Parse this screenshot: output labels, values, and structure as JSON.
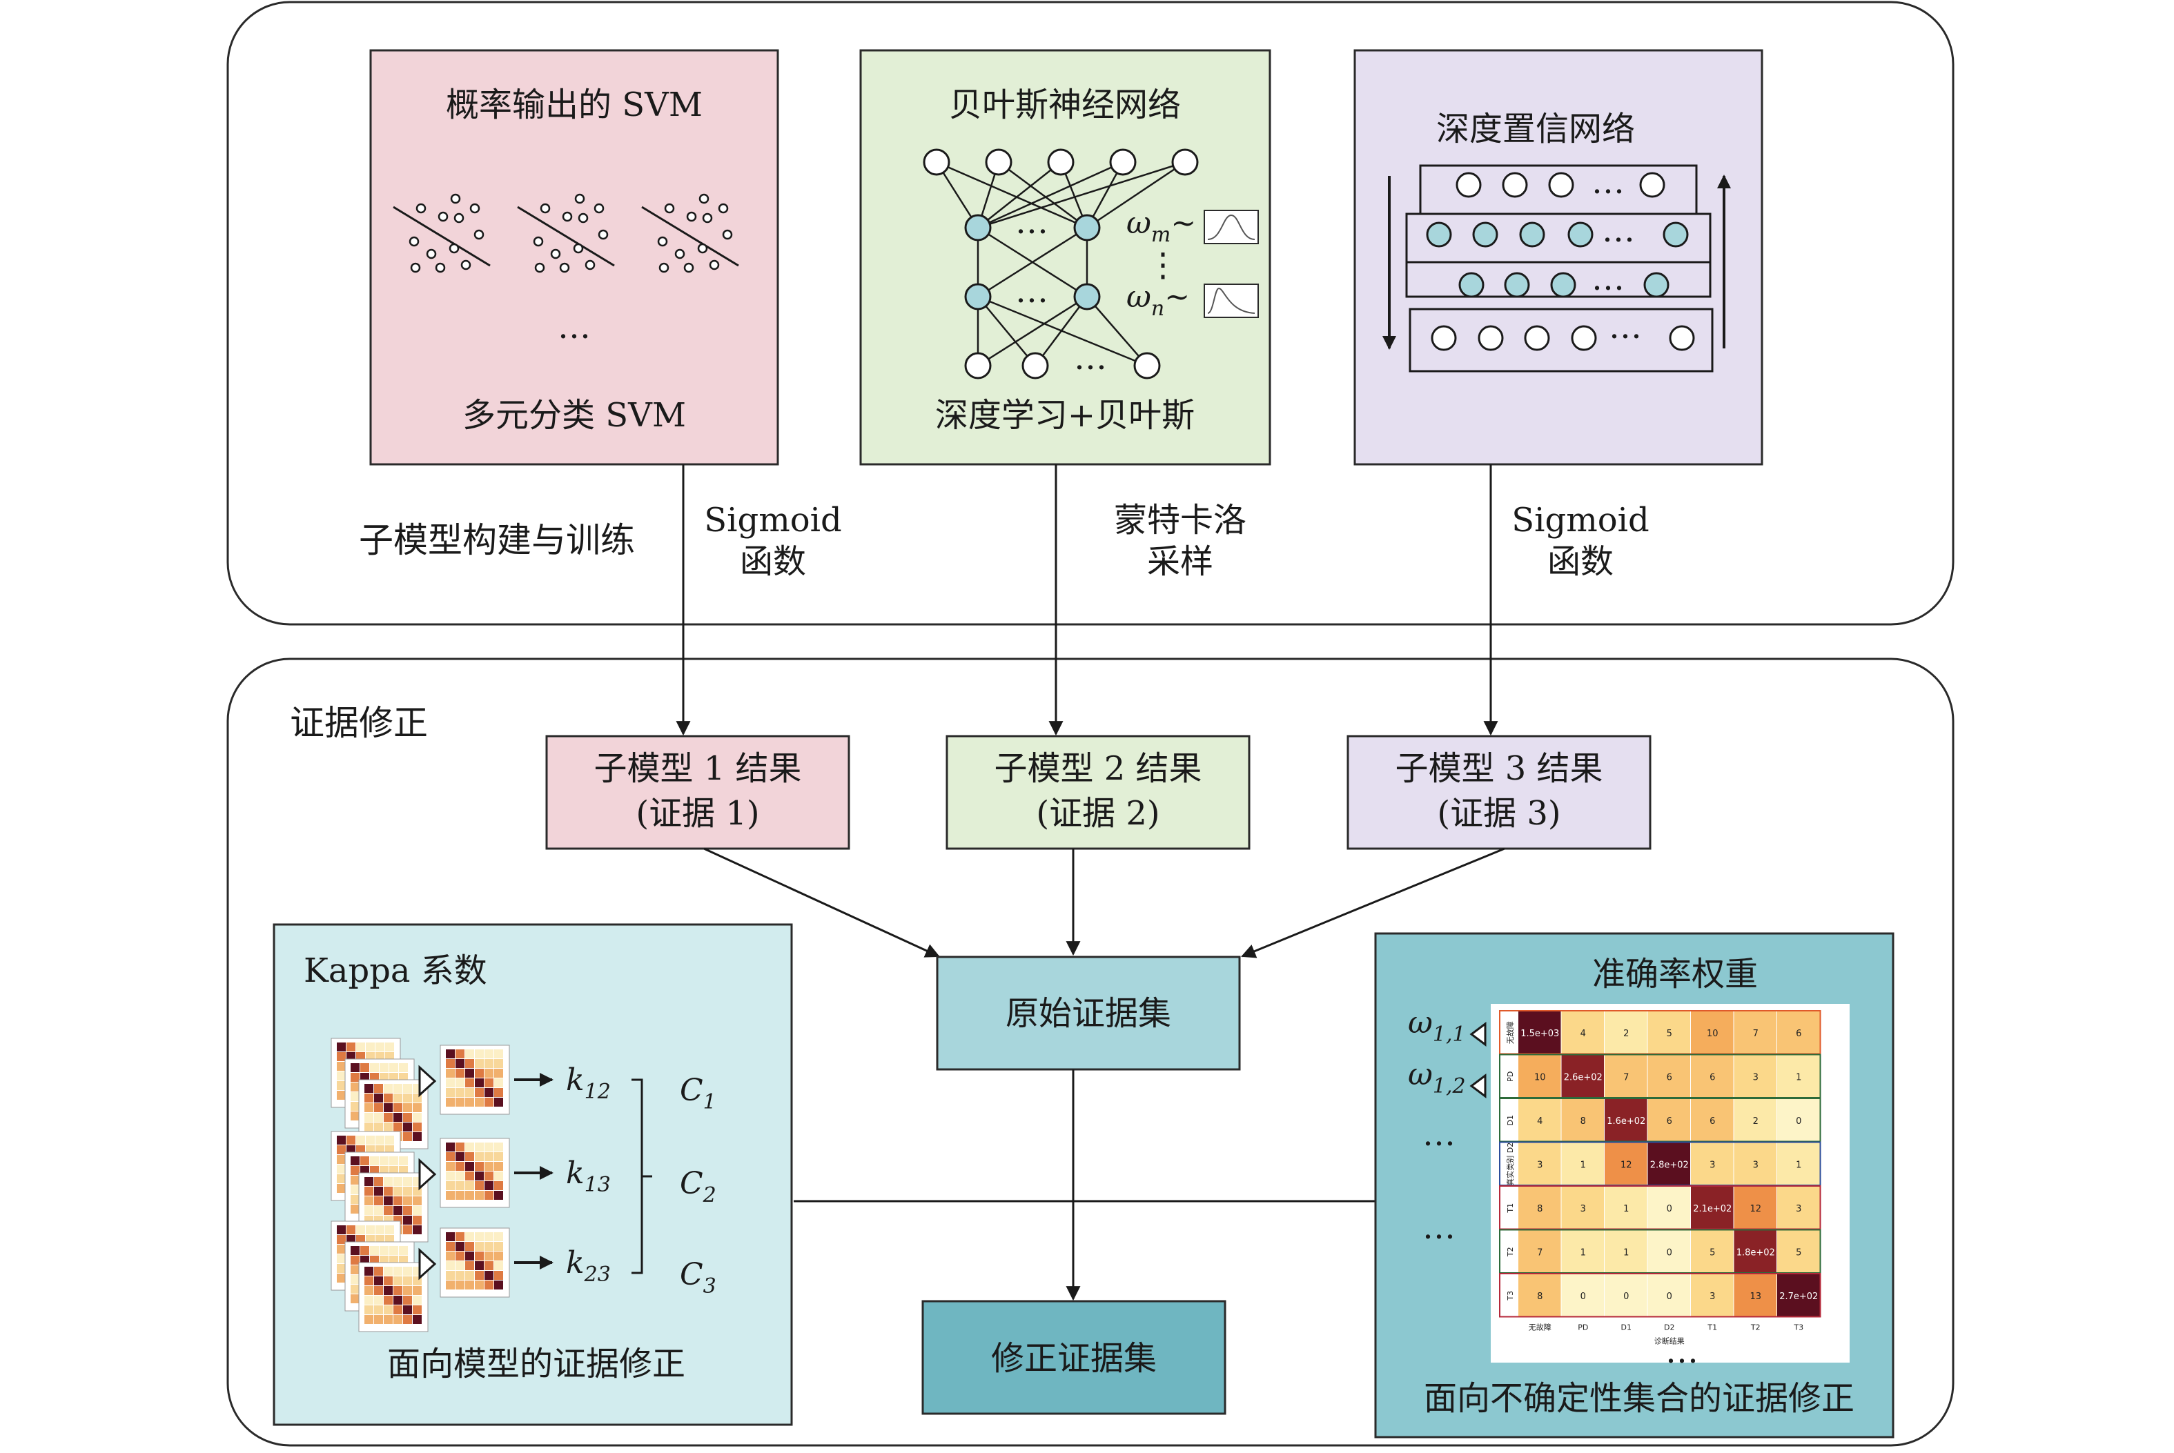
{
  "panels": {
    "top_caption": "子模型构建与训练",
    "bottom_caption": "证据修正"
  },
  "submodels": [
    {
      "top": "概率输出的 SVM",
      "bottom": "多元分类 SVM",
      "dots": "…",
      "color": "#f2d4d9"
    },
    {
      "top": "贝叶斯神经网络",
      "bottom": "深度学习+贝叶斯",
      "ellipsis": "…",
      "vdots": "⋮",
      "w_m": "ω",
      "w_m_sub": "m",
      "w_n": "ω",
      "w_n_sub": "n",
      "tilde": "~",
      "color": "#e2efd6"
    },
    {
      "top": "深度置信网络",
      "ellipsis": "…",
      "color": "#e5dff0"
    }
  ],
  "arrow_labels": [
    {
      "l1": "Sigmoid",
      "l2": "函数"
    },
    {
      "l1": "蒙特卡洛",
      "l2": "采样"
    },
    {
      "l1": "Sigmoid",
      "l2": "函数"
    }
  ],
  "results": [
    {
      "l1": "子模型 1 结果",
      "l2": "(证据 1)"
    },
    {
      "l1": "子模型 2 结果",
      "l2": "(证据 2)"
    },
    {
      "l1": "子模型 3 结果",
      "l2": "(证据 3)"
    }
  ],
  "raw_set": "原始证据集",
  "fixed_set": "修正证据集",
  "kappa": {
    "title": "Kappa 系数",
    "k_labels": [
      "k",
      "k",
      "k"
    ],
    "k_subs": [
      "12",
      "13",
      "23"
    ],
    "c_labels": [
      "C",
      "C",
      "C"
    ],
    "c_subs": [
      "1",
      "2",
      "3"
    ],
    "caption": "面向模型的证据修正",
    "color": "#d2ecee"
  },
  "accuracy": {
    "title": "准确率权重",
    "w_labels": [
      "ω",
      "ω"
    ],
    "w_subs": [
      "1,1",
      "1,2"
    ],
    "ellipsis": "…",
    "caption": "面向不确定性集合的证据修正",
    "color": "#8cc8d0"
  },
  "heatmap": {
    "rows": [
      "无故障",
      "PD",
      "D1",
      "真实类别 D2",
      "T1",
      "T2",
      "T3"
    ],
    "cols": [
      "无故障",
      "PD",
      "D1",
      "D2",
      "T1",
      "T2",
      "T3"
    ],
    "xlabel": "诊断结果",
    "cells": [
      [
        "1.5e+03",
        "4",
        "2",
        "5",
        "10",
        "7",
        "6"
      ],
      [
        "10",
        "2.6e+02",
        "7",
        "6",
        "6",
        "3",
        "1"
      ],
      [
        "4",
        "8",
        "1.6e+02",
        "6",
        "6",
        "2",
        "0"
      ],
      [
        "3",
        "1",
        "12",
        "2.8e+02",
        "3",
        "3",
        "1"
      ],
      [
        "8",
        "3",
        "1",
        "0",
        "2.1e+02",
        "12",
        "3"
      ],
      [
        "7",
        "1",
        "1",
        "0",
        "5",
        "1.8e+02",
        "5"
      ],
      [
        "8",
        "0",
        "0",
        "0",
        "3",
        "13",
        "2.7e+02"
      ]
    ],
    "levels": [
      [
        9,
        2,
        1,
        2,
        4,
        3,
        3
      ],
      [
        4,
        8,
        3,
        3,
        3,
        2,
        1
      ],
      [
        2,
        3,
        8,
        3,
        3,
        1,
        0
      ],
      [
        2,
        1,
        5,
        9,
        2,
        2,
        1
      ],
      [
        3,
        2,
        1,
        0,
        8,
        5,
        2
      ],
      [
        3,
        1,
        1,
        0,
        2,
        8,
        2
      ],
      [
        3,
        0,
        0,
        0,
        2,
        5,
        9
      ]
    ]
  }
}
